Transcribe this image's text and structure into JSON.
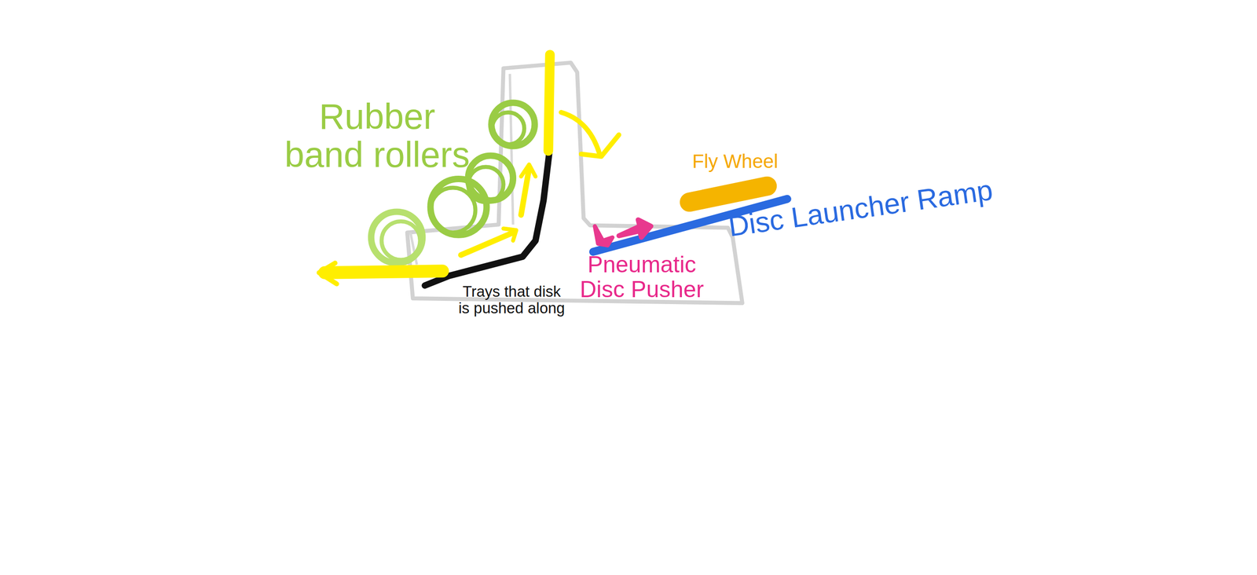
{
  "diagram": {
    "labels": [
      "Rubber band rollers",
      "Fly Wheel",
      "Disc Launcher Ramp",
      "Pneumatic Disc Pusher",
      "Trays that disk is pushed along"
    ]
  }
}
